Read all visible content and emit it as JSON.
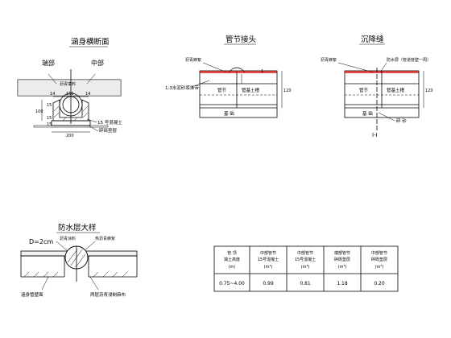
{
  "titles": {
    "culvert_section": "涵身横断面",
    "pipe_joint": "管节接头",
    "settlement_joint": "沉降缝",
    "waterproof_detail": "防水层大样"
  },
  "culvert_section": {
    "label_end": "端部",
    "label_mid": "中部",
    "label_asphalt": "沥青填料",
    "label_concrete": "15 号混凝土",
    "label_gravel": "碎砾垫层",
    "dims": [
      "14",
      "156",
      "14",
      "100",
      "15",
      "15",
      "15",
      "200"
    ]
  },
  "pipe_joint": {
    "label_asphalt_hemp": "沥青麻絮",
    "label_mortar": "1:3水泥砂浆抹带",
    "label_pipe": "管节",
    "label_soil": "管基土槽",
    "label_base": "基  础",
    "dims": [
      "1",
      "120"
    ]
  },
  "settlement_joint": {
    "label_asphalt_hemp": "沥青麻絮",
    "label_waterproof": "防水层（管道管壁一周）",
    "label_pipe": "管节",
    "label_soil": "管基土槽",
    "label_base": "基  础",
    "label_gravel": "碎  砂",
    "label_view": "I-I",
    "dims": [
      "120"
    ]
  },
  "waterproof_detail": {
    "label_thickness": "D=2cm",
    "label_coating": "沥青涂料",
    "label_hemp": "热沥青麻絮",
    "label_pipe_wall": "涵身管壁面",
    "label_layers": "两层沥青浸制麻布"
  },
  "table": {
    "headers": [
      [
        "管  顶",
        "填土高度",
        "(m)"
      ],
      [
        "中部管节",
        "15号混凝土",
        "(m³)"
      ],
      [
        "中部管节",
        "15号混凝土",
        "(m³)"
      ],
      [
        "端部管节",
        "碎砾垫层",
        "(m³)"
      ],
      [
        "中部管节",
        "碎砾垫层",
        "(m³)"
      ]
    ],
    "row": [
      "0.75~4.00",
      "0.99",
      "0.81",
      "1.18",
      "0.20"
    ]
  }
}
